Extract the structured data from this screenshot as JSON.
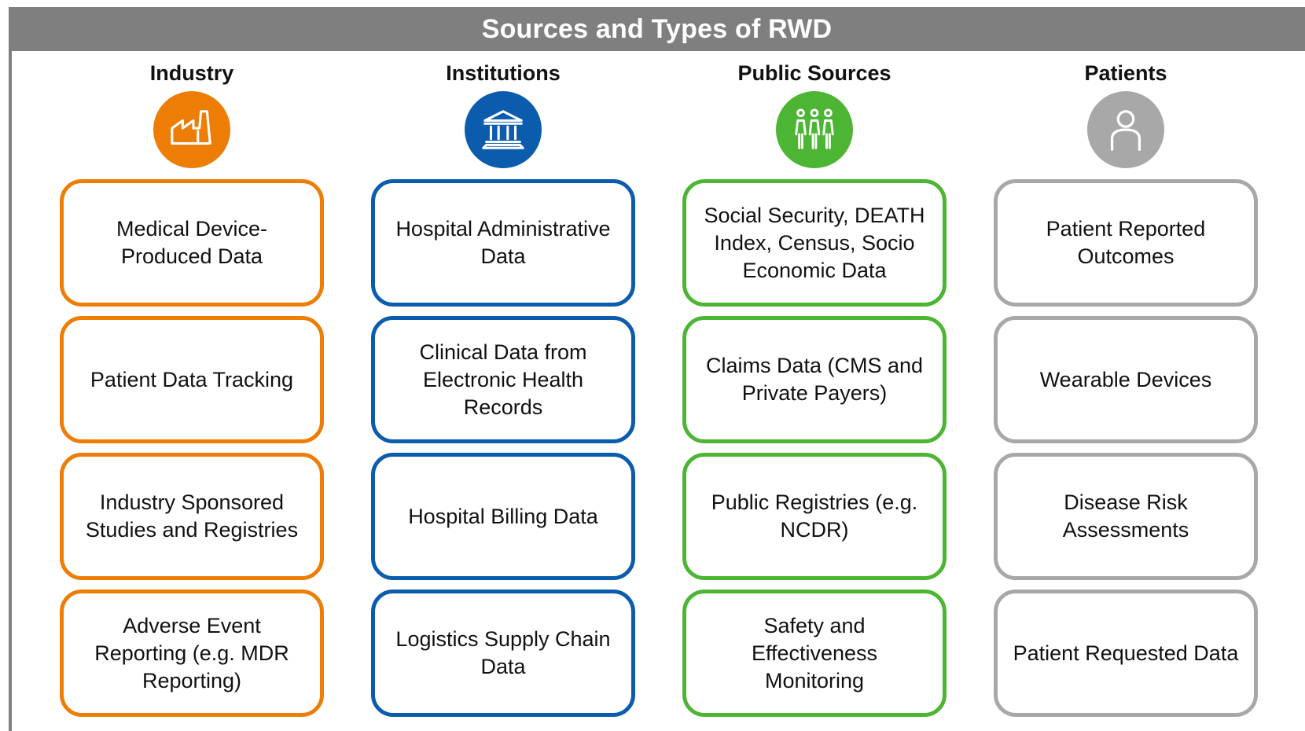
{
  "title": "Sources and Types of RWD",
  "columns": [
    {
      "heading": "Industry",
      "icon": "factory-icon",
      "color": "#ee7d05",
      "items": [
        "Medical Device-Produced Data",
        "Patient Data Tracking",
        "Industry Sponsored Studies and Registries",
        "Adverse Event Reporting (e.g. MDR Reporting)"
      ]
    },
    {
      "heading": "Institutions",
      "icon": "institution-building-icon",
      "color": "#0b5cad",
      "items": [
        "Hospital Administrative Data",
        "Clinical Data from Electronic Health Records",
        "Hospital Billing Data",
        "Logistics Supply Chain Data"
      ]
    },
    {
      "heading": "Public Sources",
      "icon": "people-group-icon",
      "color": "#4cb533",
      "items": [
        "Social Security, DEATH Index, Census, Socio Economic Data",
        "Claims Data (CMS and Private Payers)",
        "Public Registries (e.g. NCDR)",
        "Safety and Effectiveness Monitoring"
      ]
    },
    {
      "heading": "Patients",
      "icon": "person-icon",
      "color": "#a8a8a8",
      "items": [
        "Patient Reported Outcomes",
        "Wearable Devices",
        "Disease Risk Assessments",
        "Patient Requested Data"
      ]
    }
  ]
}
